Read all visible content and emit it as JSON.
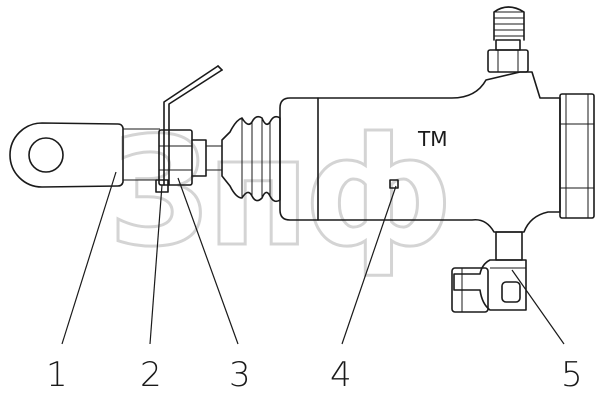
{
  "callouts": [
    {
      "label": "1",
      "target": "mounting-eye"
    },
    {
      "label": "2",
      "target": "retaining-pin"
    },
    {
      "label": "3",
      "target": "locknut"
    },
    {
      "label": "4",
      "target": "cylinder-body"
    },
    {
      "label": "5",
      "target": "elbow-fitting"
    }
  ],
  "watermark": {
    "text": "3пф",
    "trademark": "TM"
  }
}
